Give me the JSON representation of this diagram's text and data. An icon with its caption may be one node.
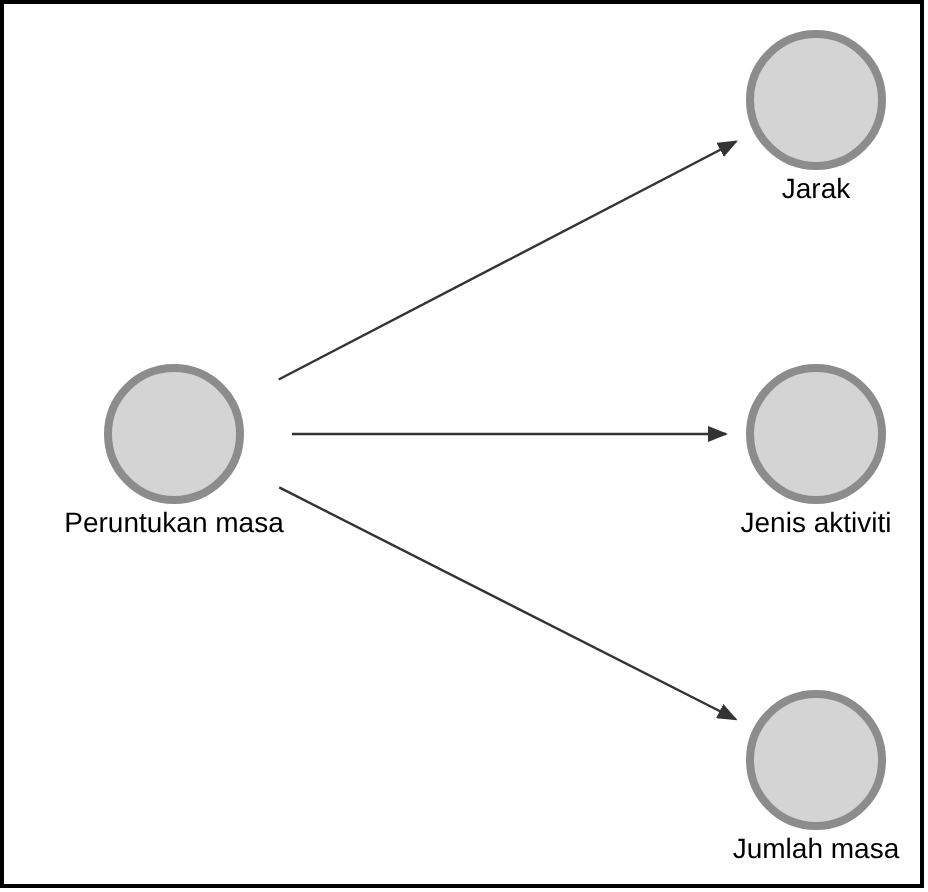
{
  "diagram": {
    "nodes": [
      {
        "text": [
          "Peruntukan masa"
        ]
      },
      {
        "text": [
          "Jarak"
        ]
      },
      {
        "text": [
          "Jenis aktiviti"
        ]
      },
      {
        "text": [
          "Jumlah masa"
        ]
      }
    ],
    "edges": [
      {
        "from": 0,
        "to": 1,
        "arrow": "to"
      },
      {
        "from": 0,
        "to": 2,
        "arrow": "to"
      },
      {
        "from": 0,
        "to": 3,
        "arrow": "to"
      }
    ]
  }
}
